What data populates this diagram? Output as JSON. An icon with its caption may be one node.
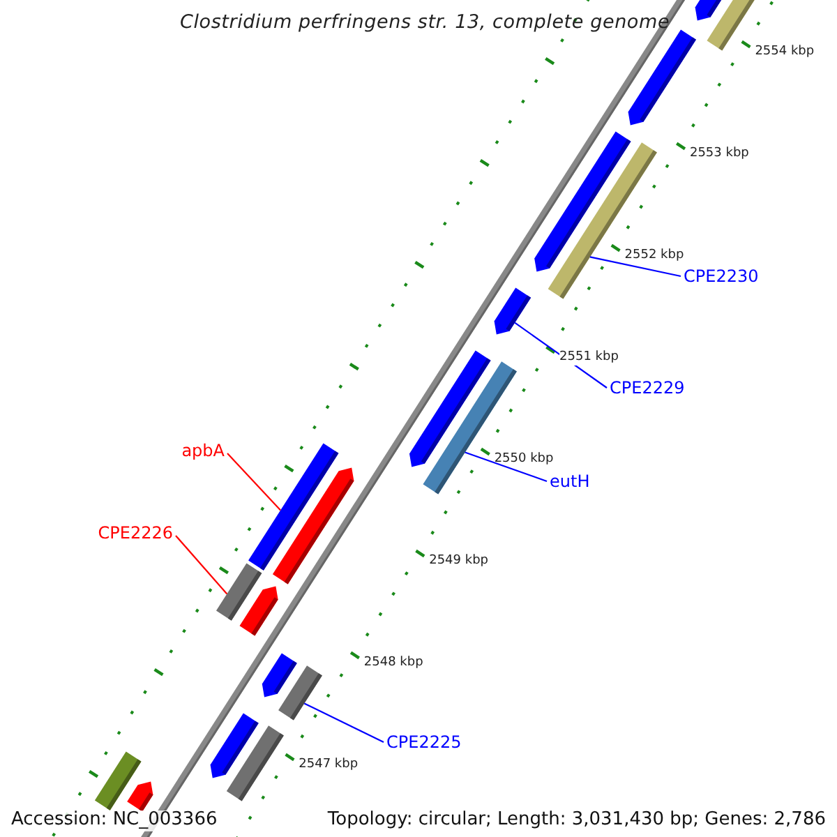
{
  "diagram": {
    "title": "Clostridium perfringens str. 13, complete genome",
    "nodes": [
      {
        "text": [
          "CPE2230"
        ]
      },
      {
        "text": [
          "CPE2229"
        ]
      },
      {
        "text": [
          "eutH"
        ]
      },
      {
        "text": [
          "apbA"
        ]
      },
      {
        "text": [
          "CPE2226"
        ]
      },
      {
        "text": [
          "CPE2225"
        ]
      },
      {
        "text": [],
        "shape": "bar"
      },
      {
        "text": [],
        "shape": "arrow"
      },
      {
        "text": [],
        "shape": "arrow"
      },
      {
        "text": [],
        "shape": "bar"
      },
      {
        "text": [],
        "shape": "arrow"
      },
      {
        "text": [],
        "shape": "arrow"
      },
      {
        "text": [],
        "shape": "bar"
      },
      {
        "text": [],
        "shape": "arrow"
      },
      {
        "text": [],
        "shape": "bar"
      },
      {
        "text": [],
        "shape": "arrow"
      },
      {
        "text": [],
        "shape": "bar"
      },
      {
        "text": [],
        "shape": "arrow"
      },
      {
        "text": [],
        "shape": "bar"
      },
      {
        "text": [],
        "shape": "arrow"
      },
      {
        "text": [],
        "shape": "bar"
      },
      {
        "text": [],
        "shape": "arrow"
      },
      {
        "text": [],
        "shape": "bar"
      },
      {
        "text": [],
        "shape": "arrow"
      }
    ],
    "edges": [
      {
        "from": 0,
        "to": 9,
        "arrow": "none"
      },
      {
        "from": 1,
        "to": 11,
        "arrow": "none"
      },
      {
        "from": 2,
        "to": 12,
        "arrow": "none"
      },
      {
        "from": 3,
        "to": 14,
        "arrow": "none",
        "color": "#ff0000"
      },
      {
        "from": 4,
        "to": 16,
        "arrow": "none",
        "color": "#ff0000"
      },
      {
        "from": 5,
        "to": 18,
        "arrow": "none"
      }
    ],
    "labels": [
      "2554 kbp",
      "2553 kbp",
      "2552 kbp",
      "2551 kbp",
      "2550 kbp",
      "2549 kbp",
      "2548 kbp",
      "2547 kbp",
      "Accession: NC_003366",
      "Topology: circular; Length: 3,031,430 bp; Genes: 2,786"
    ]
  }
}
